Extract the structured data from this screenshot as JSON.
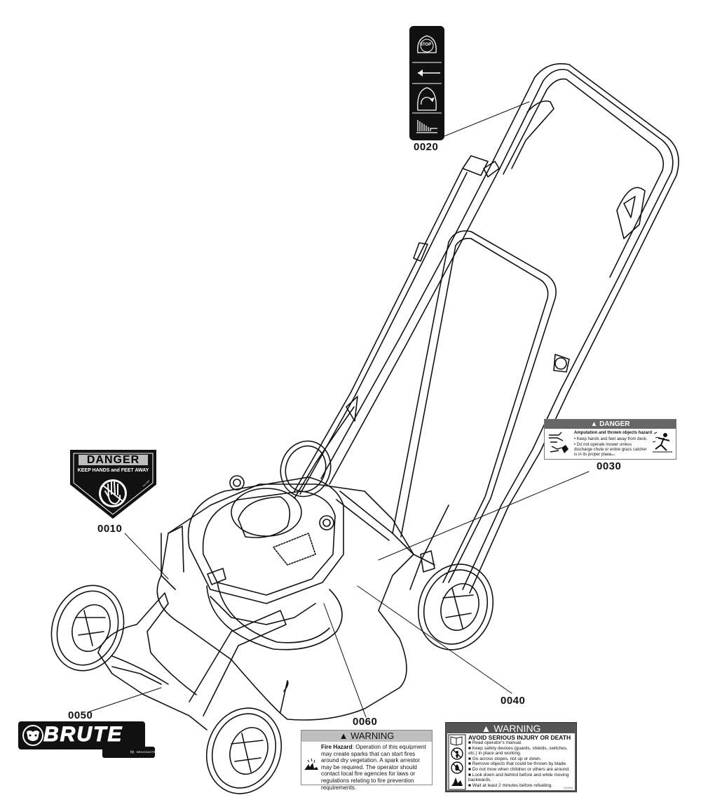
{
  "callouts": {
    "c0010": "0010",
    "c0020": "0020",
    "c0030": "0030",
    "c0040": "0040",
    "c0050": "0050",
    "c0060": "0060"
  },
  "decal_0010": {
    "title": "DANGER",
    "message": "KEEP HANDS and FEET AWAY",
    "part_code": "731-1362"
  },
  "decal_0020": {
    "stop_label": "STOP"
  },
  "decal_0030": {
    "title": "DANGER",
    "subtitle": "Amputation and thrown objects hazard",
    "bullet_1": "• Keep hands and feet away from deck.",
    "bullet_2": "• Do not operate mower unless discharge chute or entire grass catcher is in its proper place.",
    "part_code": "7101484"
  },
  "decal_0060": {
    "title": "WARNING",
    "lead": "Fire Hazard",
    "text": ": Operation of this equipment may create sparks that can start fires around dry vegetation. A spark arrestor may be required. The operator should contact local fire agencies for laws or regulations relating to fire prevention requirements."
  },
  "decal_0040": {
    "title": "WARNING",
    "subtitle": "AVOID SERIOUS INJURY OR DEATH",
    "items": [
      "Read operator's manual.",
      "Keep safety devices (guards, shields, switches, etc.) in place and working.",
      "Go across slopes, not up or down.",
      "Remove objects that could be thrown by blade.",
      "Do not mow when children or others are around.",
      "Look down and behind before and while moving backwards.",
      "Wait at least 2 minutes before refueling."
    ],
    "part_code": "7101006"
  },
  "logo_0050": {
    "brand": "BRUTE",
    "by": "by",
    "maker": "BRIGGS&STRATTON"
  },
  "colors": {
    "line": "#111111",
    "decal_dark": "#111111",
    "decal_grey": "#666666",
    "warning_grey": "#bfbfbf"
  }
}
